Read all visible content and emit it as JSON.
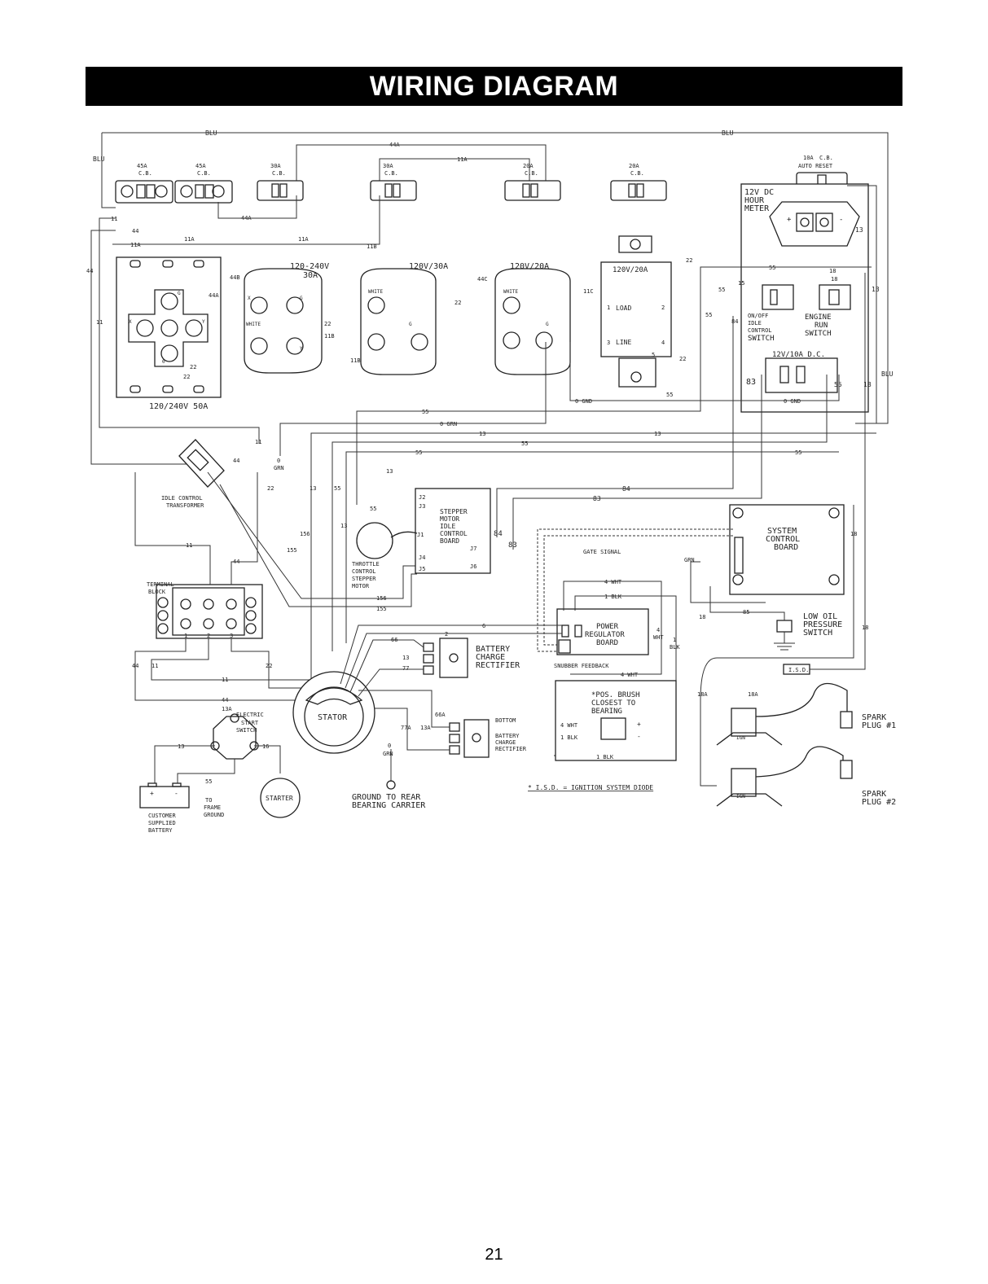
{
  "title": "WIRING DIAGRAM",
  "page_number": "21",
  "breakers": [
    {
      "rating": "45A",
      "type": "C.B."
    },
    {
      "rating": "45A",
      "type": "C.B."
    },
    {
      "rating": "30A",
      "type": "C.B."
    },
    {
      "rating": "30A",
      "type": "C.B."
    },
    {
      "rating": "20A",
      "type": "C.B."
    },
    {
      "rating": "20A",
      "type": "C.B."
    },
    {
      "rating": "10A",
      "type": "C.B.",
      "extra": "AUTO RESET"
    }
  ],
  "receptacles": {
    "r50": "120/240V 50A",
    "r30a_line1": "120-240V",
    "r30a_line2": "30A",
    "r30b": "120V/30A",
    "r20": "120V/20A",
    "gfci": "120V/20A",
    "gfci_load": "LOAD",
    "gfci_line": "LINE",
    "white": "WHITE"
  },
  "components": {
    "hour_meter": [
      "12V DC",
      "HOUR",
      "METER"
    ],
    "idle_switch": [
      "ON/OFF",
      "IDLE",
      "CONTROL",
      "SWITCH"
    ],
    "engine_switch": [
      "ENGINE",
      "RUN",
      "SWITCH"
    ],
    "dc_outlet": "12V/10A D.C.",
    "idle_transformer": [
      "IDLE CONTROL",
      "TRANSFORMER"
    ],
    "terminal_block": [
      "TERMINAL",
      "BLOCK"
    ],
    "stepper_board": [
      "STEPPER",
      "MOTOR",
      "IDLE",
      "CONTROL",
      "BOARD"
    ],
    "throttle_motor": [
      "THROTTLE",
      "CONTROL",
      "STEPPER",
      "MOTOR"
    ],
    "system_board": [
      "SYSTEM",
      "CONTROL",
      "BOARD"
    ],
    "power_reg": [
      "POWER",
      "REGULATOR",
      "BOARD"
    ],
    "gate_signal": "GATE SIGNAL",
    "snubber": "SNUBBER FEEDBACK",
    "battery_rect": [
      "BATTERY",
      "CHARGE",
      "RECTIFIER"
    ],
    "battery_rect_bottom": [
      "BOTTOM",
      "BATTERY",
      "CHARGE",
      "RECTIFIER"
    ],
    "low_oil": [
      "LOW OIL",
      "PRESSURE",
      "SWITCH"
    ],
    "isd": "I.S.D.",
    "spark1": [
      "SPARK",
      "PLUG #1"
    ],
    "spark2": [
      "SPARK",
      "PLUG #2"
    ],
    "ign": "IGN",
    "brush_note": [
      "*POS. BRUSH",
      "CLOSEST TO",
      "BEARING"
    ],
    "stator": "STATOR",
    "electric_start": [
      "ELECTRIC",
      "START",
      "SWITCH"
    ],
    "starter": "STARTER",
    "battery": [
      "CUSTOMER",
      "SUPPLIED",
      "BATTERY"
    ],
    "frame_ground": [
      "TO",
      "FRAME",
      "GROUND"
    ],
    "rear_ground": [
      "GROUND TO REAR",
      "BEARING CARRIER"
    ],
    "isd_footnote": "* I.S.D. = IGNITION SYSTEM DIODE"
  },
  "wire_labels": {
    "blu": "BLU",
    "grn": "GRN",
    "zero_grn": "0 GRN",
    "zero_gnd": "0 GND",
    "w4wht": "4 WHT",
    "w1blk": "1 BLK",
    "wht": "WHT",
    "blk": "BLK",
    "j1": "J1",
    "j2": "J2",
    "j3": "J3",
    "j4": "J4",
    "j5": "J5",
    "j6": "J6",
    "j7": "J7",
    "n11": "11",
    "n11a": "11A",
    "n11b": "11B",
    "n11c": "11C",
    "n44": "44",
    "n44a": "44A",
    "n44b": "44B",
    "n44c": "44C",
    "n22": "22",
    "n55": "55",
    "n13": "13",
    "n13a": "13A",
    "n15": "15",
    "n18": "18",
    "n18a": "18A",
    "n83": "83",
    "n84": "84",
    "n85": "85",
    "n155": "155",
    "n156": "156",
    "n66": "66",
    "n66a": "66A",
    "n77": "77",
    "n77a": "77A",
    "n2": "2",
    "n6": "6",
    "n16": "16",
    "n0": "0",
    "n3": "3",
    "n4": "4",
    "n5": "5",
    "n1": "1",
    "x": "X",
    "y": "Y",
    "g": "G",
    "plus": "+",
    "minus": "-"
  }
}
